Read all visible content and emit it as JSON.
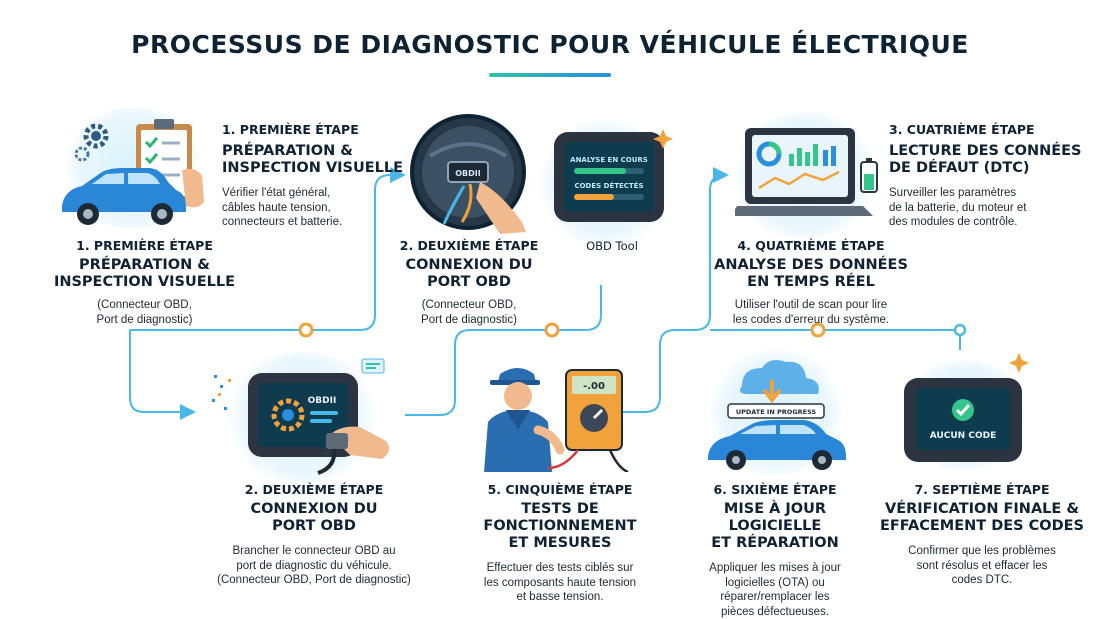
{
  "title": "PROCESSUS DE DIAGNOSTIC POUR VÉHICULE ÉLECTRIQUE",
  "colors": {
    "accent_teal": "#2fc3a3",
    "accent_blue": "#2b8fe0",
    "connector": "#49b8e8",
    "node": "#f2a23b",
    "dark": "#0d2233"
  },
  "top_steps": [
    {
      "label": "1. PREMIÈRE ÉTAPE",
      "heading_lines": [
        "PRÉPARATION &",
        "INSPECTION VISUELLE"
      ],
      "desc_lines": [
        "Vérifier l'état général,",
        "câbles haute tension,",
        "connecteurs et batterie."
      ],
      "icon": "clipboard-car-icon"
    },
    {
      "label": "3. CUATRIÈME ÉTAPE",
      "heading_lines": [
        "LECTURE DES CONNÉES",
        "DE DÉFAUT (DTC)"
      ],
      "desc_lines": [
        "Surveiller les paramètres",
        "de la batterie, du moteur et",
        "des modules de contrôle."
      ],
      "icon": "laptop-dashboard-icon"
    }
  ],
  "mid_steps": [
    {
      "label": "1. PREMIÈRE ÉTAPE",
      "heading_lines": [
        "PRÉPARATION &",
        "INSPECTION VISUELLE"
      ],
      "desc_lines": [
        "(Connecteur OBD,",
        "Port de diagnostic)"
      ]
    },
    {
      "label": "2. DEUXIÈME ÉTAPE",
      "heading_lines": [
        "CONNEXION DU",
        "PORT OBD"
      ],
      "desc_lines": [
        "(Connecteur OBD,",
        "Port de diagnostic)"
      ]
    },
    {
      "label": "4. QUATRIÈME ÉTAPE",
      "heading_lines": [
        "ANALYSE DES DONNÉES",
        "EN TEMPS RÉEL"
      ],
      "desc_lines": [
        "Utiliser l'outil de scan pour lire",
        "les codes d'erreur du système."
      ]
    }
  ],
  "obd_tool": {
    "caption": "OBD Tool",
    "screen_line1": "ANALYSE EN COURS",
    "screen_line2": "CODES DÉTECTÉS"
  },
  "port_badge": "OBDII",
  "bottom_steps": [
    {
      "label": "2. DEUXIÈME ÉTAPE",
      "heading_lines": [
        "CONNEXION DU",
        "PORT OBD"
      ],
      "desc_lines": [
        "Brancher le connecteur OBD au",
        "port de diagnostic du véhicule.",
        "(Connecteur OBD, Port de diagnostic)"
      ],
      "screen": "OBDII"
    },
    {
      "label": "5. CINQUIÈME ÉTAPE",
      "heading_lines": [
        "TESTS DE FONCTIONNEMENT",
        "ET MESURES"
      ],
      "desc_lines": [
        "Effectuer des tests ciblés sur",
        "les composants haute tension",
        "et basse tension."
      ],
      "screen": "-.00"
    },
    {
      "label": "6. SIXIÈME ÉTAPE",
      "heading_lines": [
        "MISE À JOUR LOGICIELLE",
        "ET RÉPARATION"
      ],
      "desc_lines": [
        "Appliquer les mises à jour",
        "logicielles (OTA) ou",
        "réparer/remplacer les",
        "pièces défectueuses."
      ],
      "screen": "UPDATE IN PROGRESS"
    },
    {
      "label": "7. SEPTIÈME ÉTAPE",
      "heading_lines": [
        "VÉRIFICATION FINALE &",
        "EFFACEMENT DES CODES"
      ],
      "desc_lines": [
        "Confirmer que les problèmes",
        "sont résolus et effacer les",
        "codes DTC."
      ],
      "screen": "AUCUN CODE"
    }
  ]
}
